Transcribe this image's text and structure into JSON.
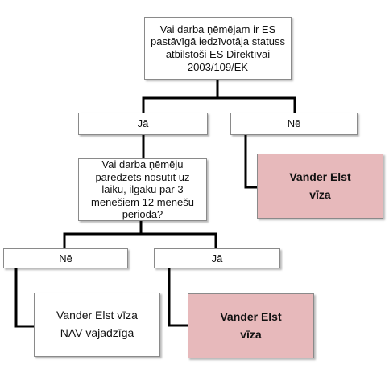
{
  "nodes": {
    "q1": "Vai darba ņēmējam ir ES\npastāvīgā iedzīvotāja statuss\natbilstoši ES Direktīvai\n2003/109/EK",
    "q1_yes": "Jā",
    "q1_no": "Nē",
    "result_visa_1": "Vander Elst\nvīza",
    "q2": "Vai darba ņēmēju\nparedzēts nosūtīt uz\nlaiku, ilgāku par 3\nmēnešiem 12 mēnešu\nperiodā?",
    "q2_no": "Nē",
    "q2_yes": "Jā",
    "result_not_needed": "Vander Elst vīza\nNAV vajadzīga",
    "result_visa_2": "Vander Elst\nvīza"
  },
  "colors": {
    "highlight_fill": "#e7b9bb",
    "box_border": "#8a8a8a",
    "connector": "#000000"
  }
}
